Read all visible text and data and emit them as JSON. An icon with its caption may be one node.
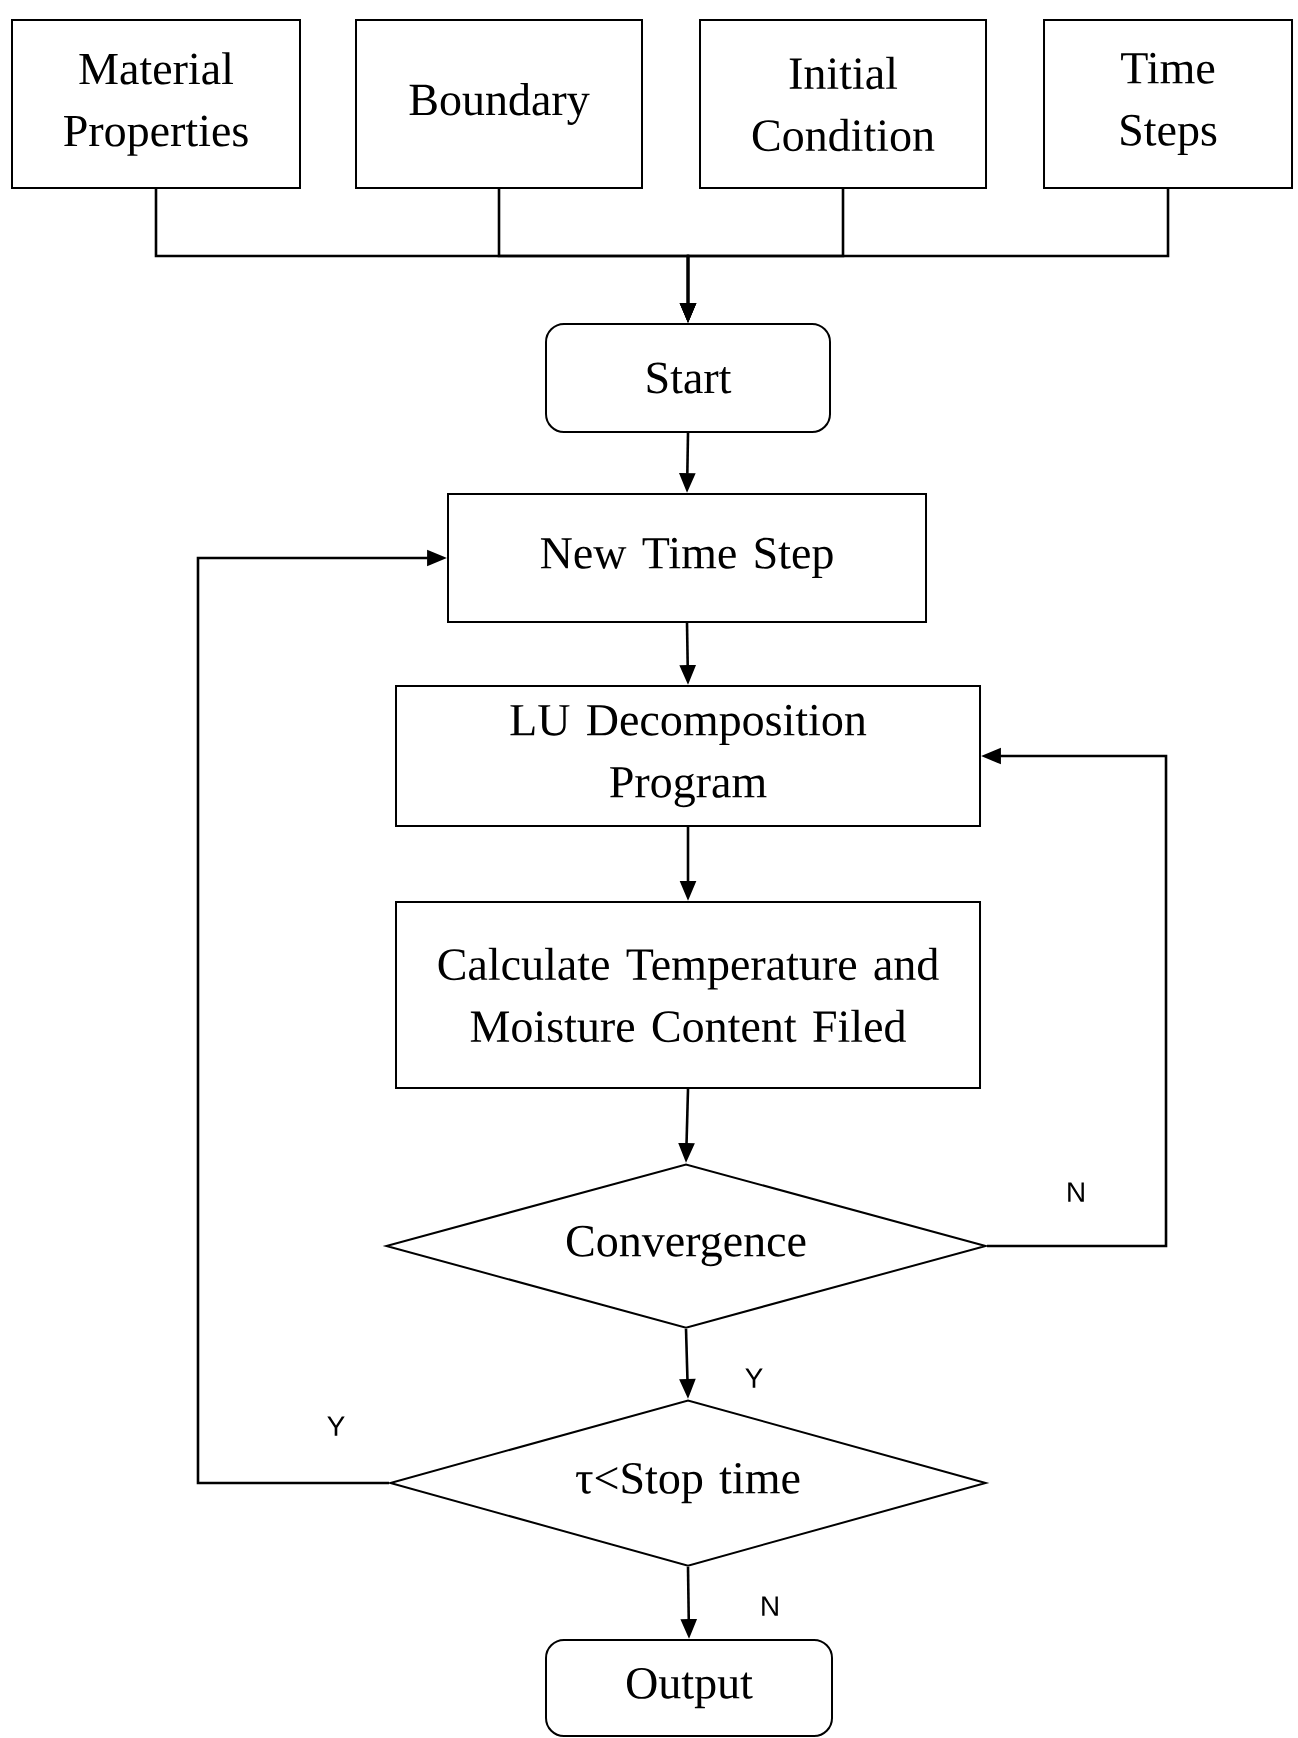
{
  "diagram": {
    "nodes": [
      {
        "text": [
          "Material Properties"
        ]
      },
      {
        "text": [
          "Boundary"
        ]
      },
      {
        "text": [
          "Initial Condition"
        ]
      },
      {
        "text": [
          "Time Steps"
        ]
      },
      {
        "text": [
          "Start"
        ]
      },
      {
        "text": [
          "New Time Step"
        ]
      },
      {
        "text": [
          "LU Decomposition Program"
        ]
      },
      {
        "text": [
          "Calculate Temperature and Moisture Content Filed"
        ]
      },
      {
        "text": [
          "Convergence"
        ]
      },
      {
        "text": [
          "τ<Stop time"
        ]
      },
      {
        "text": [
          "Output"
        ]
      }
    ],
    "edges": [
      {
        "from": 0,
        "to": 4,
        "arrow": "to"
      },
      {
        "from": 1,
        "to": 4,
        "arrow": "to"
      },
      {
        "from": 2,
        "to": 4,
        "arrow": "to"
      },
      {
        "from": 3,
        "to": 4,
        "arrow": "to"
      },
      {
        "from": 4,
        "to": 5,
        "arrow": "to"
      },
      {
        "from": 5,
        "to": 6,
        "arrow": "to"
      },
      {
        "from": 6,
        "to": 7,
        "arrow": "to"
      },
      {
        "from": 7,
        "to": 8,
        "arrow": "to"
      },
      {
        "from": 8,
        "to": 6,
        "arrow": "to",
        "label": "N"
      },
      {
        "from": 8,
        "to": 9,
        "arrow": "to",
        "label": "Y"
      },
      {
        "from": 9,
        "to": 5,
        "arrow": "to",
        "label": "Y"
      },
      {
        "from": 9,
        "to": 10,
        "arrow": "to",
        "label": "N"
      }
    ]
  }
}
